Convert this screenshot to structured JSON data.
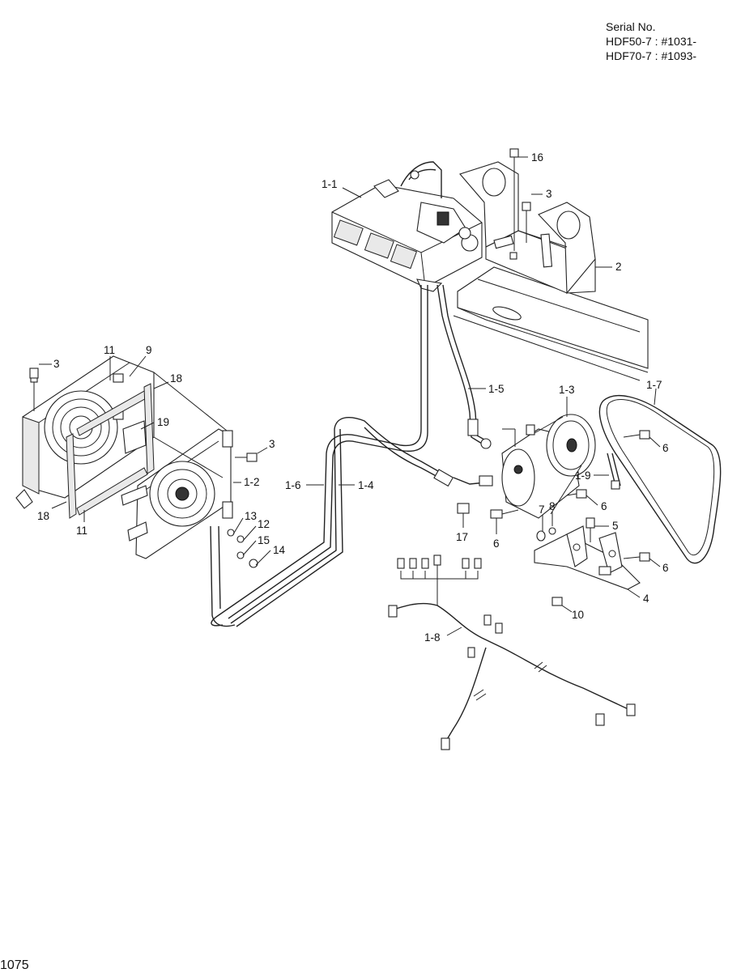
{
  "header": {
    "serial_title": "Serial No.",
    "serial_lines": [
      "HDF50-7 : #1031-",
      "HDF70-7 : #1093-"
    ]
  },
  "page_number": "1075",
  "callouts": {
    "c1_1": "1-1",
    "c16": "16",
    "c3_top": "3",
    "c2": "2",
    "c3_left": "3",
    "c11_top": "11",
    "c9": "9",
    "c18_top": "18",
    "c19": "19",
    "c18_bottom": "18",
    "c11_bottom": "11",
    "c3_mid": "3",
    "c1_2": "1-2",
    "c1_6": "1-6",
    "c1_4": "1-4",
    "c13": "13",
    "c12": "12",
    "c15": "15",
    "c14": "14",
    "c1_5": "1-5",
    "c1_3": "1-3",
    "c1_7": "1-7",
    "c6_a": "6",
    "c1_9": "1-9",
    "c6_b": "6",
    "c17": "17",
    "c6_c": "6",
    "c7": "7",
    "c8": "8",
    "c5": "5",
    "c6_d": "6",
    "c4": "4",
    "c10": "10",
    "c1_8": "1-8"
  }
}
